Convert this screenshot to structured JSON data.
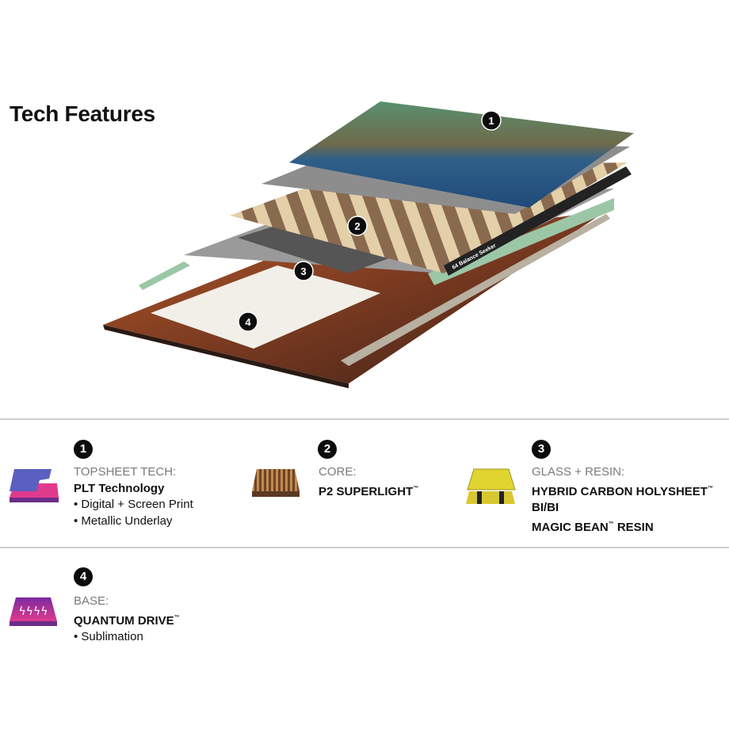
{
  "title": "Tech Features",
  "diagram": {
    "markers": [
      "1",
      "2",
      "3",
      "4"
    ],
    "sidewall_number": "64",
    "sidewall_text": "Balance Seeker"
  },
  "features": [
    {
      "number": "1",
      "category": "TOPSHEET TECH:",
      "name": "PLT Technology",
      "lines": [
        "• Digital + Screen Print",
        "• Metallic Underlay"
      ]
    },
    {
      "number": "2",
      "category": "CORE:",
      "name": "P2 SUPERLIGHT",
      "tm": "™"
    },
    {
      "number": "3",
      "category": "GLASS + RESIN:",
      "name": "HYBRID CARBON HOLYSHEET",
      "tm": "™",
      "line2": "BI/BI",
      "line3": "MAGIC BEAN",
      "line3_tm": "™",
      "line3_tail": " RESIN"
    },
    {
      "number": "4",
      "category": "BASE:",
      "name": "QUANTUM DRIVE",
      "tm": "™",
      "lines": [
        "• Sublimation"
      ]
    }
  ],
  "colors": {
    "badge": "#0c0c0c",
    "category": "#7a7a7a",
    "divider": "#cfcfcf"
  }
}
